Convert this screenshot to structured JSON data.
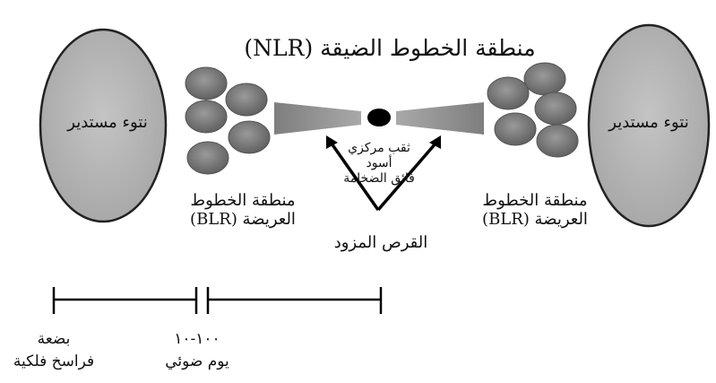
{
  "title": "منطقة الخطوط الضيقة (NLR)",
  "left_torus": "نتوء مستدير",
  "right_torus": "نتوء مستدير",
  "blr_left": {
    "line1": "منطقة الخطوط",
    "line2": "العريضة (BLR)"
  },
  "blr_right": {
    "line1": "منطقة الخطوط",
    "line2": "العريضة (BLR)"
  },
  "black_hole": {
    "line1": "ثقب مركزي",
    "line2": "أسود",
    "line3": "فائق الضخامة"
  },
  "accretion_disk": "القرص المزود",
  "scale_left": {
    "line1": "بضعة",
    "line2": "فراسخ فلكية"
  },
  "scale_right": {
    "line1": "١٠٠-١٠",
    "line2": "يوم ضوئي"
  },
  "colors": {
    "torus": "#b3b3b3",
    "cloud": "#7a7a7a",
    "jet": "#8f8f8f",
    "ink": "#111111"
  }
}
